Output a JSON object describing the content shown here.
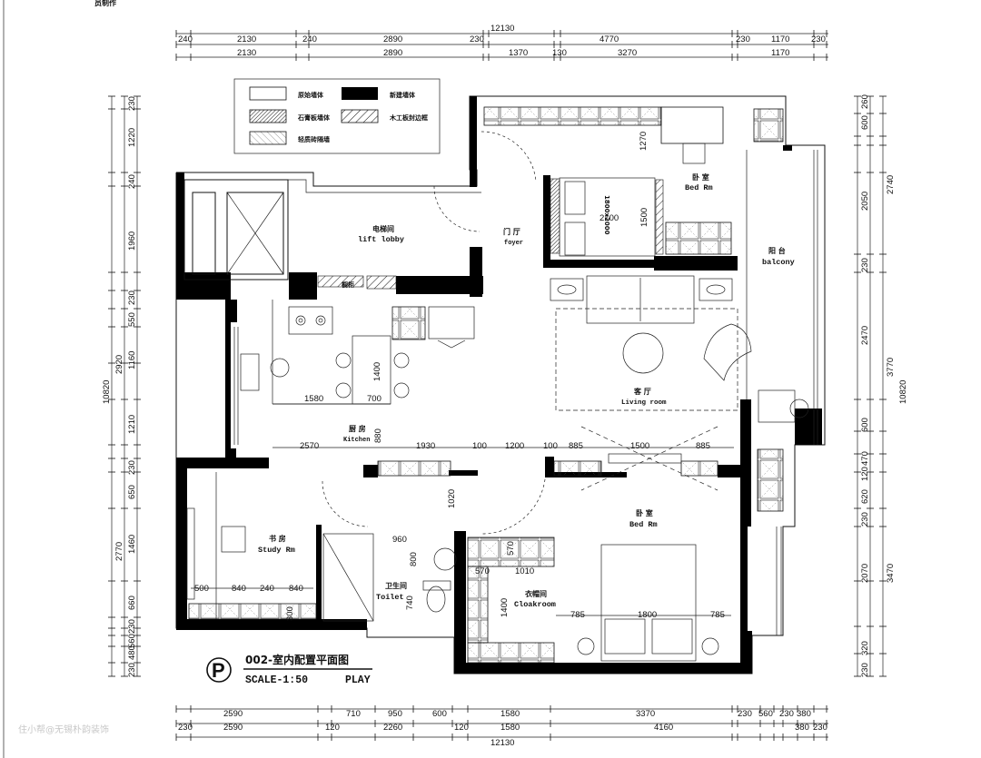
{
  "drawing": {
    "title": "002-室内配置平面图",
    "scale": "SCALE-1:50",
    "tag": "PLAY",
    "badge": "P",
    "header_fragment": "员制作",
    "watermark": "住小帮@无锡朴韵装饰"
  },
  "legend": [
    {
      "label": "原始墙体",
      "swatch": "white"
    },
    {
      "label": "新建墙体",
      "swatch": "black"
    },
    {
      "label": "石膏板墙体",
      "swatch": "hatch-dense"
    },
    {
      "label": "木工板封边框",
      "swatch": "hatch"
    },
    {
      "label": "轻质砖隔墙",
      "swatch": "hatch-light"
    }
  ],
  "rooms": [
    {
      "zh": "电梯间",
      "en": "lift lobby"
    },
    {
      "zh": "门 厅",
      "en": "foyer"
    },
    {
      "zh": "卧 室",
      "en": "Bed Rm"
    },
    {
      "zh": "阳 台",
      "en": "balcony"
    },
    {
      "zh": "客 厅",
      "en": "Living room"
    },
    {
      "zh": "厨 房",
      "en": "Kitchen"
    },
    {
      "zh": "卧 室",
      "en": "Bed Rm"
    },
    {
      "zh": "书 房",
      "en": "Study Rm"
    },
    {
      "zh": "卫生间",
      "en": "Toilet"
    },
    {
      "zh": "衣帽间",
      "en": "Cloakroom"
    }
  ],
  "tags": {
    "cabinet": "橱柜",
    "bed_size": "1800x2000"
  },
  "dims": {
    "top_total": "12130",
    "top_row1": [
      "240",
      "2130",
      "240",
      "2890",
      "230",
      "4770",
      "230",
      "1170",
      "230"
    ],
    "top_row2": [
      "2130",
      "2890",
      "1370",
      "130",
      "3270",
      "1170"
    ],
    "bottom_row1": [
      "2590",
      "710",
      "950",
      "600",
      "1580",
      "3370",
      "230",
      "560",
      "230",
      "380"
    ],
    "bottom_row2": [
      "230",
      "2590",
      "120",
      "2260",
      "120",
      "1580",
      "4160",
      "380",
      "230"
    ],
    "bottom_total": "12130",
    "left_outer": "10820",
    "left_mid": [
      "2920",
      "2770"
    ],
    "left_inner": [
      "230",
      "1220",
      "240",
      "1960",
      "230",
      "550",
      "1160",
      "1210",
      "230",
      "650",
      "1460",
      "660",
      "230",
      "560",
      "480",
      "230"
    ],
    "right_outer": "10820",
    "right_mid": [
      "2740",
      "3770",
      "3470"
    ],
    "right_inner": [
      "260",
      "600",
      "2050",
      "230",
      "2470",
      "600",
      "470",
      "120",
      "620",
      "230",
      "2070",
      "320",
      "230"
    ],
    "interior": [
      "1270",
      "2100",
      "1500",
      "1400",
      "1580",
      "700",
      "2570",
      "880",
      "1930",
      "100",
      "1200",
      "100",
      "885",
      "1500",
      "885",
      "1020",
      "960",
      "800",
      "570",
      "570",
      "1010",
      "1400",
      "785",
      "1800",
      "785",
      "740",
      "500",
      "840",
      "240",
      "840",
      "300"
    ]
  }
}
